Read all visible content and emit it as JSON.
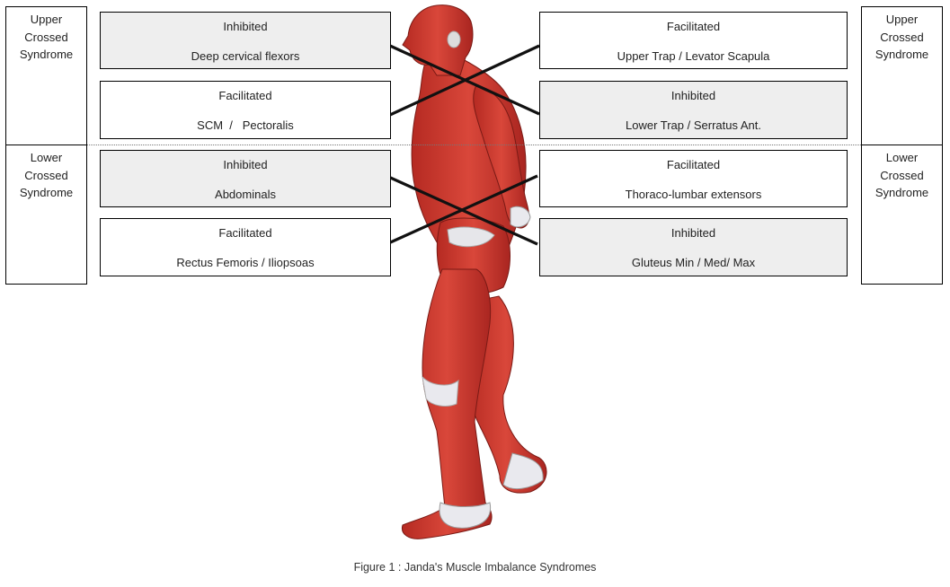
{
  "syndromes": {
    "upper_left": [
      "Upper",
      "Crossed",
      "Syndrome"
    ],
    "lower_left": [
      "Lower",
      "Crossed",
      "Syndrome"
    ],
    "upper_right": [
      "Upper",
      "Crossed",
      "Syndrome"
    ],
    "lower_right": [
      "Lower",
      "Crossed",
      "Syndrome"
    ]
  },
  "left_boxes": [
    {
      "state": "Inhibited",
      "muscle": "Deep cervical flexors"
    },
    {
      "state": "Facilitated",
      "muscle": "SCM  /   Pectoralis"
    },
    {
      "state": "Inhibited",
      "muscle": "Abdominals"
    },
    {
      "state": "Facilitated",
      "muscle": "Rectus Femoris / Iliopsoas"
    }
  ],
  "right_boxes": [
    {
      "state": "Facilitated",
      "muscle": "Upper Trap / Levator Scapula"
    },
    {
      "state": "Inhibited",
      "muscle": "Lower Trap / Serratus Ant."
    },
    {
      "state": "Facilitated",
      "muscle": "Thoraco-lumbar extensors"
    },
    {
      "state": "Inhibited",
      "muscle": "Gluteus Min / Med/ Max"
    }
  ],
  "caption": "Figure 1 : Janda's Muscle Imbalance Syndromes",
  "colors": {
    "inhibited_fill": "#eeeeee",
    "facilitated_fill": "#ffffff",
    "muscle_red": "#c8382d",
    "tendon": "#e6e6ea"
  }
}
